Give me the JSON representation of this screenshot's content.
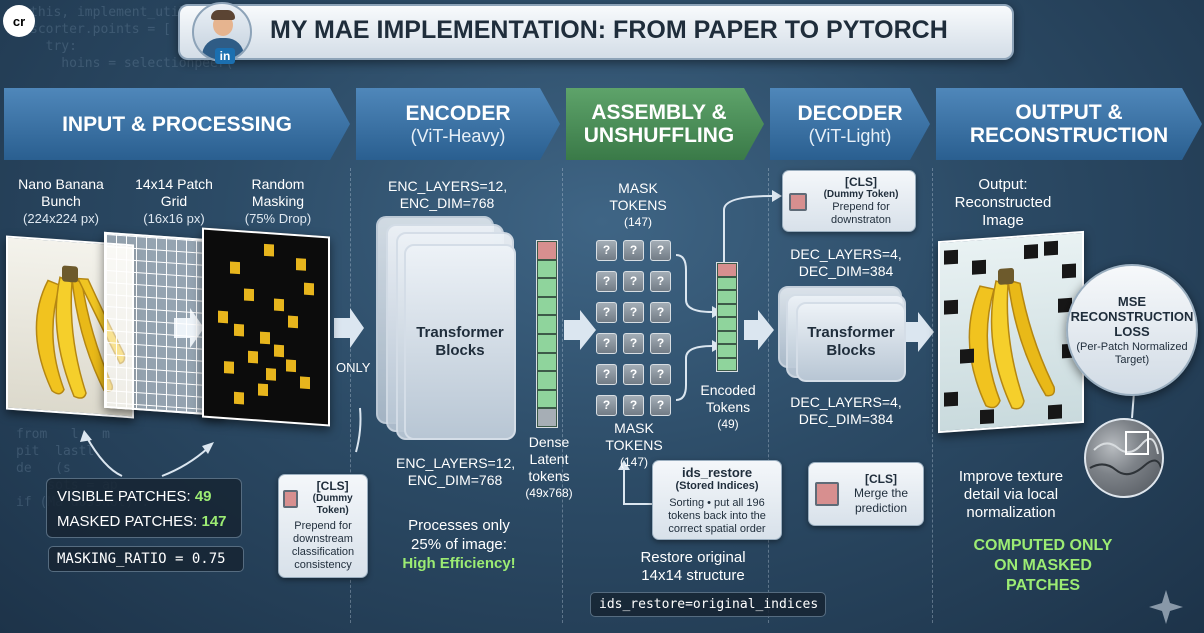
{
  "header": {
    "title": "MY MAE IMPLEMENTATION: FROM PAPER TO PYTORCH",
    "badge": "cr",
    "linkedin_badge": "in"
  },
  "stages": [
    {
      "title": "INPUT & PROCESSING",
      "subtitle": ""
    },
    {
      "title": "ENCODER",
      "subtitle": "(ViT-Heavy)"
    },
    {
      "title": "ASSEMBLY & UNSHUFFLING",
      "subtitle": ""
    },
    {
      "title": "DECODER",
      "subtitle": "(ViT-Light)"
    },
    {
      "title": "OUTPUT & RECONSTRUCTION",
      "subtitle": ""
    }
  ],
  "input": {
    "image_label": "Nano Banana Bunch",
    "image_size": "(224x224 px)",
    "grid_label": "14x14 Patch Grid",
    "grid_size": "(16x16 px)",
    "mask_label": "Random Masking",
    "mask_drop": "(75% Drop)",
    "only_label": "ONLY",
    "visible_label": "VISIBLE PATCHES:",
    "visible_value": "49",
    "masked_label": "MASKED PATCHES:",
    "masked_value": "147",
    "masking_ratio": "MASKING_RATIO = 0.75"
  },
  "encoder": {
    "config_top": "ENC_LAYERS=12, ENC_DIM=768",
    "config_bottom": "ENC_LAYERS=12, ENC_DIM=768",
    "block_label": "Transformer Blocks",
    "latent_label": "Dense Latent tokens",
    "latent_shape": "(49x768)",
    "cls_title": "[CLS]",
    "cls_subtitle": "(Dummy Token)",
    "cls_desc": "Prepend for downstream classification consistency",
    "efficiency_text": "Processes only 25% of image:",
    "efficiency_highlight": "High Efficiency!"
  },
  "assembly": {
    "mask_tokens_top": "MASK TOKENS",
    "mask_count_top": "(147)",
    "mask_tokens_bottom": "MASK TOKENS",
    "mask_count_bottom": "(147)",
    "token_glyph": "?",
    "encoded_label": "Encoded Tokens",
    "encoded_count": "(49)",
    "ids_title": "ids_restore",
    "ids_subtitle": "(Stored Indices)",
    "ids_desc": "Sorting • put all 196 tokens back into the correct spatial order",
    "restore_text": "Restore original 14x14 structure",
    "code": "ids_restore=original_indices"
  },
  "decoder": {
    "cls_title": "[CLS]",
    "cls_subtitle": "(Dummy Token)",
    "cls_desc": "Prepend for downstraton",
    "config_top": "DEC_LAYERS=4, DEC_DIM=384",
    "block_label": "Transformer Blocks",
    "config_bottom": "DEC_LAYERS=4, DEC_DIM=384",
    "merge_title": "[CLS]",
    "merge_desc": "Merge the prediction"
  },
  "output": {
    "label": "Output: Reconstructed Image",
    "loss_title": "MSE RECONSTRUCTION LOSS",
    "loss_desc": "(Per-Patch Normalized Target)",
    "texture_text": "Improve texture detail via local normalization",
    "computed_text": "COMPUTED ONLY ON MASKED PATCHES"
  },
  "colors": {
    "accent_green": "#9cec73",
    "stage_blue": "#3a72a6",
    "stage_green": "#4d9159",
    "token_red": "#d78f8f",
    "token_green": "#8fd49c"
  }
}
